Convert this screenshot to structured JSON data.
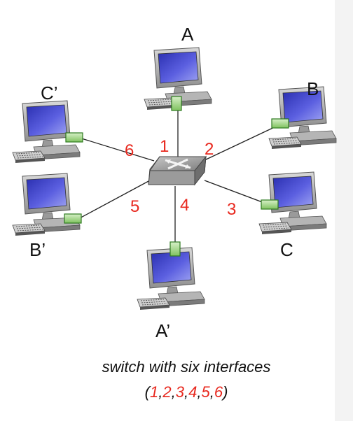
{
  "hosts": {
    "a": "A",
    "b": "B",
    "c": "C",
    "a_prime": "A’",
    "b_prime": "B’",
    "c_prime": "C’"
  },
  "interfaces": [
    "1",
    "2",
    "3",
    "4",
    "5",
    "6"
  ],
  "caption": {
    "line1": "switch with six interfaces",
    "open_paren": "(",
    "separator": ",",
    "close_paren": ")"
  },
  "colors": {
    "interface_label": "#e8281e",
    "link": "#222222",
    "nic_green": "#3a9a2a",
    "screen_blue": "#3b3fc2",
    "switch_gray": "#8c8c8c"
  },
  "icons": {
    "host": "desktop-computer-icon",
    "switch": "network-switch-icon",
    "nic": "network-interface-card-icon"
  }
}
